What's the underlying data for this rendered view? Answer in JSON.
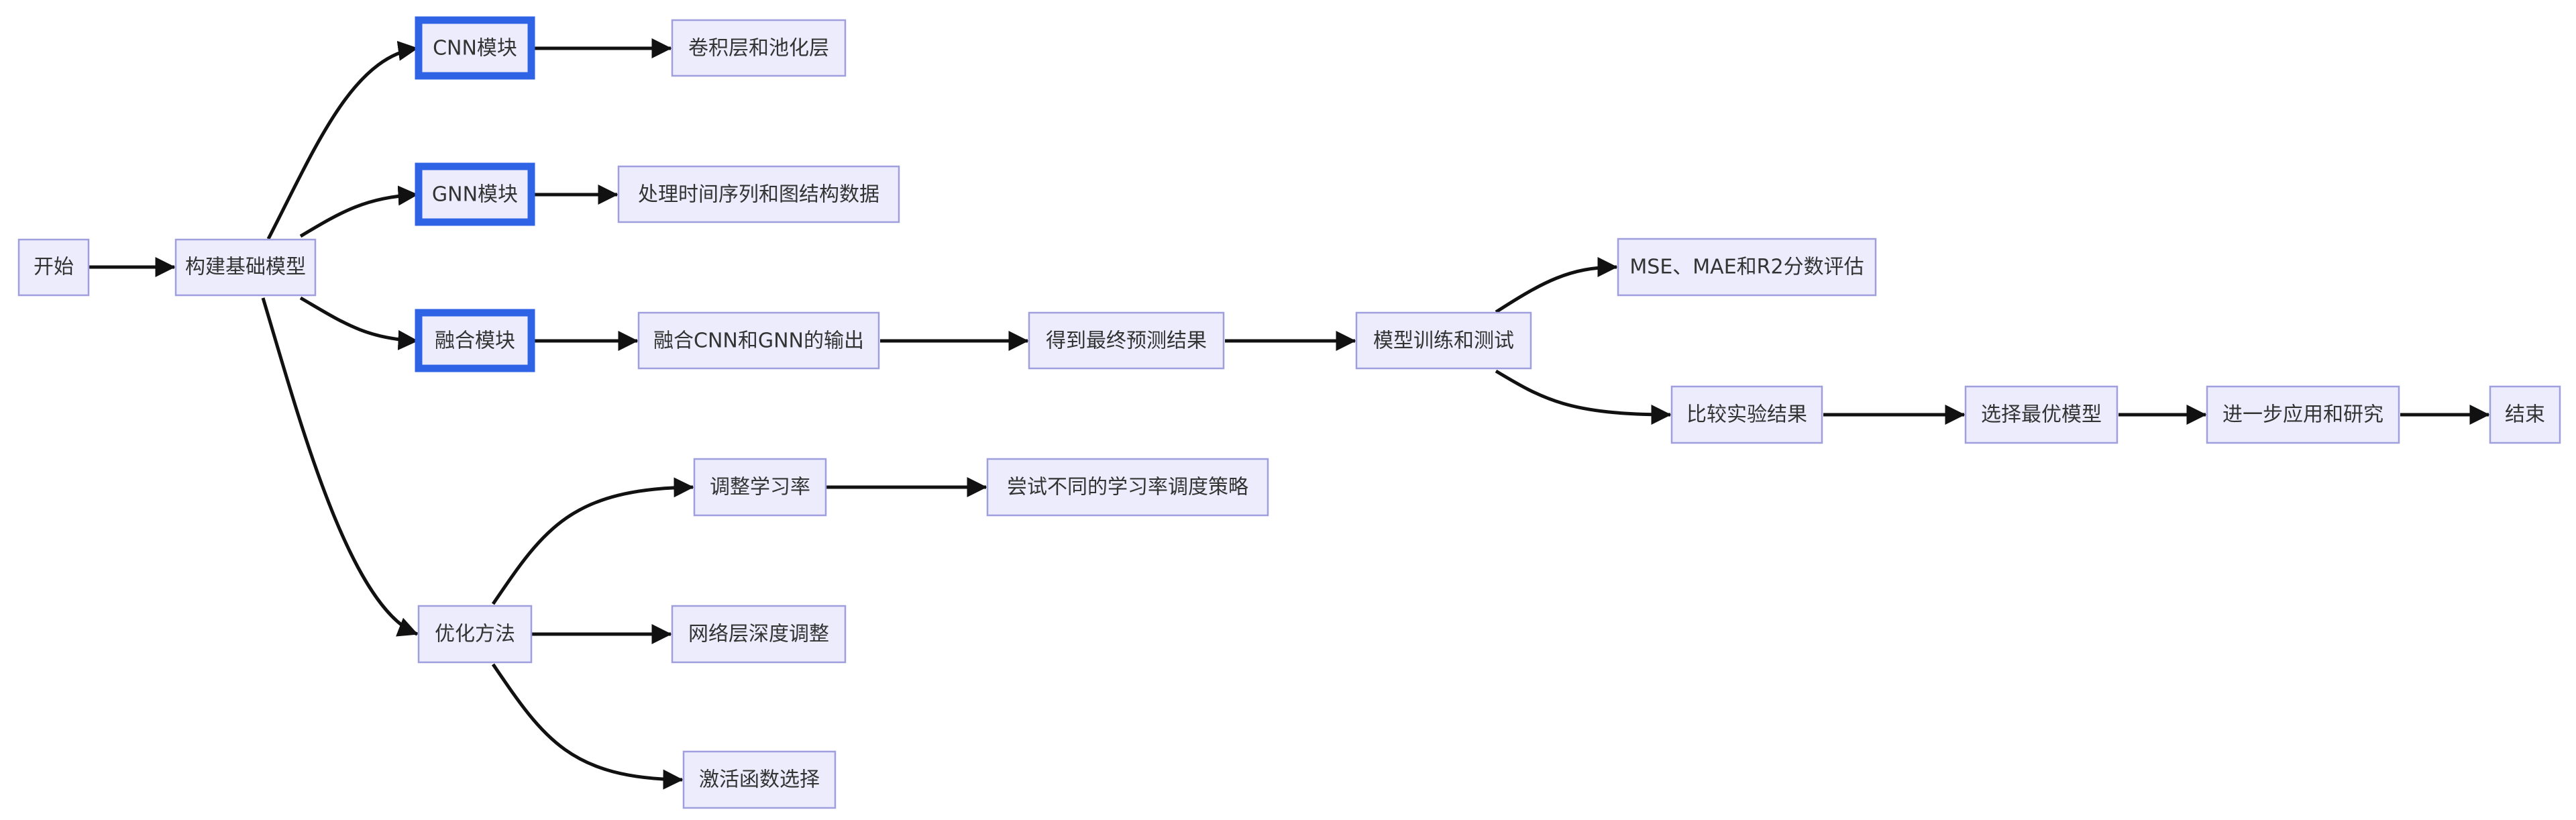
{
  "nodes": {
    "start": "开始",
    "base_model": "构建基础模型",
    "cnn_module": "CNN模块",
    "conv_pool": "卷积层和池化层",
    "gnn_module": "GNN模块",
    "timeseries_graph": "处理时间序列和图结构数据",
    "fusion_module": "融合模块",
    "fuse_output": "融合CNN和GNN的输出",
    "final_prediction": "得到最终预测结果",
    "train_test": "模型训练和测试",
    "metrics": "MSE、MAE和R2分数评估",
    "compare": "比较实验结果",
    "select_best": "选择最优模型",
    "apply_research": "进一步应用和研究",
    "end": "结束",
    "optimize": "优化方法",
    "learning_rate": "调整学习率",
    "lr_schedule": "尝试不同的学习率调度策略",
    "depth": "网络层深度调整",
    "activation": "激活函数选择"
  },
  "colors": {
    "node_fill": "#ececfd",
    "node_border": "#9f9fde",
    "highlight_border": "#2f63e6",
    "edge": "#111111",
    "text": "#333333"
  }
}
